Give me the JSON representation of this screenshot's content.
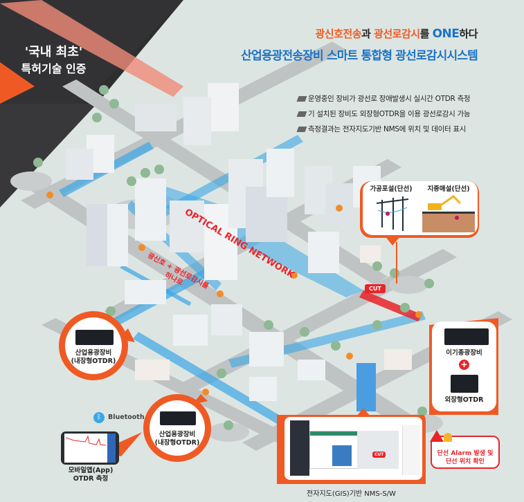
{
  "header": {
    "line1": {
      "part1": "광신호전송",
      "part2": "과 ",
      "part3": "광선로감시",
      "part4": "를 ",
      "part5": "ONE",
      "part6": "하다"
    },
    "line2": "산업용광전송장비 스마트 통합형 광선로감시시스템"
  },
  "badge": {
    "line1": "'국내 최초'",
    "line2": "특허기술 인증"
  },
  "bullets": [
    "운영중인 장비가 광선로 장애발생시 실시간 OTDR 측정",
    "기 설치된 장비도 외장형OTDR을 이용 광선로감시 가능",
    "측정결과는 전자지도기반 NMS에 위치 및 데이터 표시"
  ],
  "map": {
    "ring_label": "OPTICAL RING NETWORK",
    "note_line1": "광신호 + 광선로감시를",
    "note_line2": "하나로",
    "cut_label": "CUT"
  },
  "cut_callout": {
    "aerial": "가공포설(단선)",
    "underground": "지중매설(단선)"
  },
  "legacy_callout": {
    "equipment": "이기종광장비",
    "plus": "+",
    "otdr": "외장형OTDR"
  },
  "device_callouts": [
    {
      "line1": "산업용광장비",
      "line2": "(내장형OTDR)"
    },
    {
      "line1": "산업용광장비",
      "line2": "(내장형OTDR)"
    }
  ],
  "bluetooth": "Bluetooth",
  "mobile": {
    "line1": "모바일앱(App)",
    "line2": "OTDR 측정"
  },
  "nms": {
    "caption": "전자지도(GIS)기반 NMS-S/W",
    "cut_label": "CUT"
  },
  "alarm": {
    "line1": "단선 Alarm 발생 및",
    "line2": "단선 위치 확인"
  },
  "colors": {
    "accent": "#ef5a24",
    "blue": "#1a73c6",
    "red": "#e8252a",
    "bg": "#dde5e2"
  }
}
